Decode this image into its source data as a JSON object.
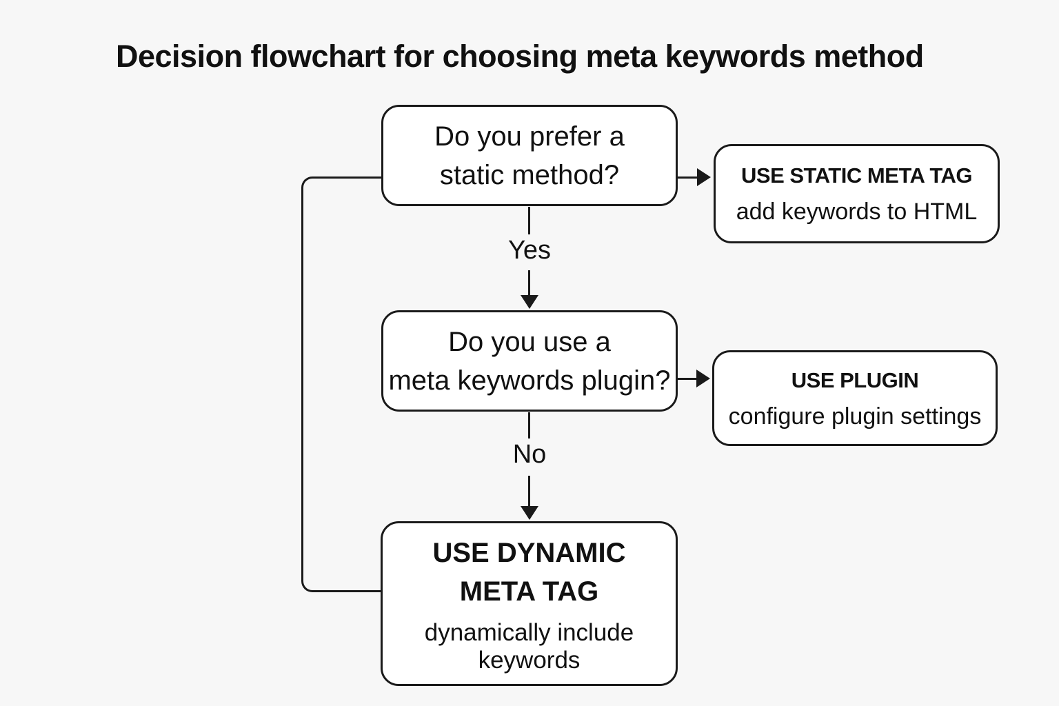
{
  "title": "Decision flowchart for choosing meta keywords method",
  "colors": {
    "background": "#f7f7f7",
    "node_fill": "#ffffff",
    "stroke": "#1a1a1a",
    "text": "#111111"
  },
  "nodes": {
    "q1": {
      "line1": "Do you prefer a",
      "line2": "static method?"
    },
    "static": {
      "title": "USE STATIC META TAG",
      "subtitle": "add keywords to HTML"
    },
    "q2": {
      "line1": "Do you use a",
      "line2": "meta keywords plugin?"
    },
    "plugin": {
      "title": "USE PLUGIN",
      "subtitle": "configure plugin settings"
    },
    "dynamic": {
      "title_line1": "USE DYNAMIC",
      "title_line2": "META TAG",
      "subtitle_line1": "dynamically include",
      "subtitle_line2": "keywords"
    }
  },
  "edge_labels": {
    "yes": "Yes",
    "no": "No"
  }
}
